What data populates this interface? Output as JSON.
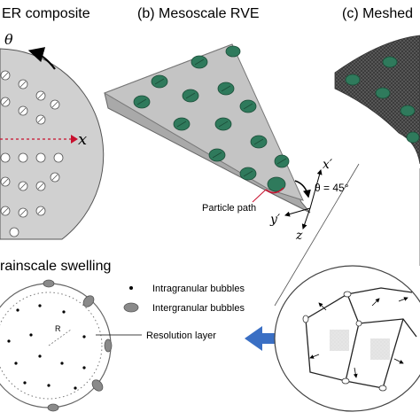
{
  "panels": {
    "a_title": "ER composite",
    "b_title": "(b) Mesoscale RVE",
    "c_title": "(c) Meshed",
    "d_title": "rainscale swelling"
  },
  "labels": {
    "theta_a": "θ",
    "x_a": "x",
    "x_prime": "x′",
    "y_prime": "y′",
    "z": "z",
    "theta_eq": "θ = 45°",
    "particle_path": "Particle path",
    "intragranular": "Intragranular bubbles",
    "intergranular": "Intergranular bubbles",
    "resolution_layer": "Resolution layer",
    "radius": "R"
  },
  "colors": {
    "particle_green": "#2f7a5c",
    "rve_grey": "#b8b8b8",
    "disc_grey": "#d0d0d0",
    "arrow_blue": "#3a6fc4",
    "path_red": "#c8102e"
  }
}
